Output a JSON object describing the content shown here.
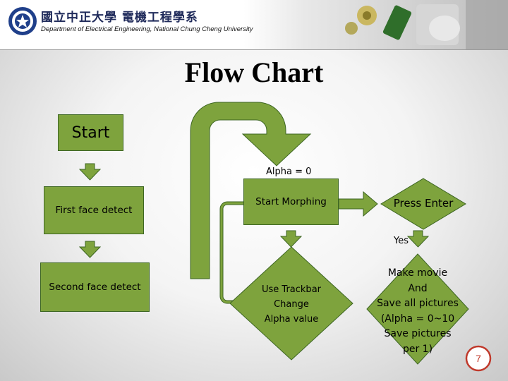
{
  "header": {
    "school_name": "國立中正大學 電機工程學系",
    "department": "Department of Electrical Engineering, National Chung Cheng University"
  },
  "title": "Flow Chart",
  "nodes": {
    "start": "Start",
    "first_face_detect": "First face detect",
    "second_face_detect": "Second face detect",
    "alpha_zero": "Alpha = 0",
    "start_morphing": "Start Morphing",
    "use_trackbar": [
      "Use Trackbar",
      "Change",
      "Alpha value"
    ],
    "press_enter": "Press Enter",
    "yes": "Yes",
    "make_movie": [
      "Make movie",
      "And",
      "Save all pictures",
      "(Alpha = 0~10",
      "Save pictures",
      "per 1)"
    ]
  },
  "page_number": "7",
  "colors": {
    "shape_fill": "#7ea33d",
    "shape_border": "#3d6623",
    "page_number": "#c0392b"
  }
}
